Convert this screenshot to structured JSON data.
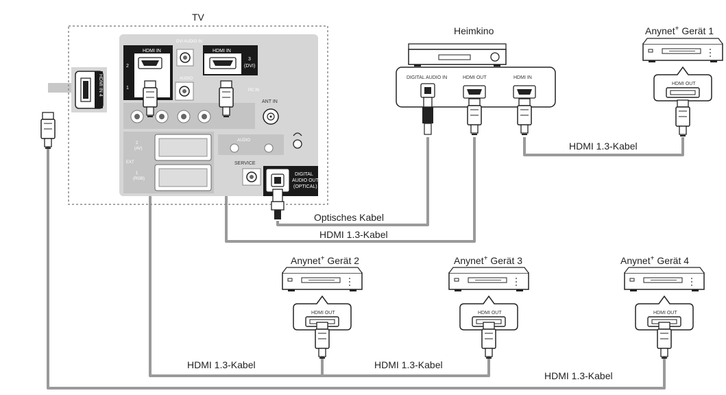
{
  "labels": {
    "tv": "TV",
    "heimkino": "Heimkino",
    "anynet_prefix": "Anynet",
    "anynet_sup": "+",
    "device1": "Gerät 1",
    "device2": "Gerät 2",
    "device3": "Gerät 3",
    "device4": "Gerät 4",
    "hdmi_cable": "HDMI 1.3-Kabel",
    "optical_cable": "Optisches Kabel"
  },
  "ports": {
    "hdmi_in": "HDMI IN",
    "hdmi_in_4": "HDMI IN 4",
    "hdmi_out": "HDMI OUT",
    "digital_audio_in": "DIGITAL AUDIO IN",
    "hdmi_in_num_2": "2",
    "hdmi_in_num_1": "1",
    "hdmi_in_num_3": "3",
    "dvi": "(DVI)",
    "dvi_audio_in": "DVI AUDIO IN",
    "pc_in": "PC IN",
    "audio": "AUDIO",
    "ant_in": "ANT IN",
    "service": "SERVICE",
    "ext": "EXT",
    "ext_2": "2",
    "ext_2_sub": "(AV)",
    "ext_1": "1",
    "ext_1_sub": "(RGB)",
    "digital_audio_out_1": "DIGITAL",
    "digital_audio_out_2": "AUDIO OUT",
    "digital_audio_out_3": "(OPTICAL)"
  },
  "colors": {
    "cable": "#9a9a9a",
    "panel": "#d6d6d6",
    "port_black": "#1a1a1a",
    "dashed": "#8a8a8a"
  }
}
